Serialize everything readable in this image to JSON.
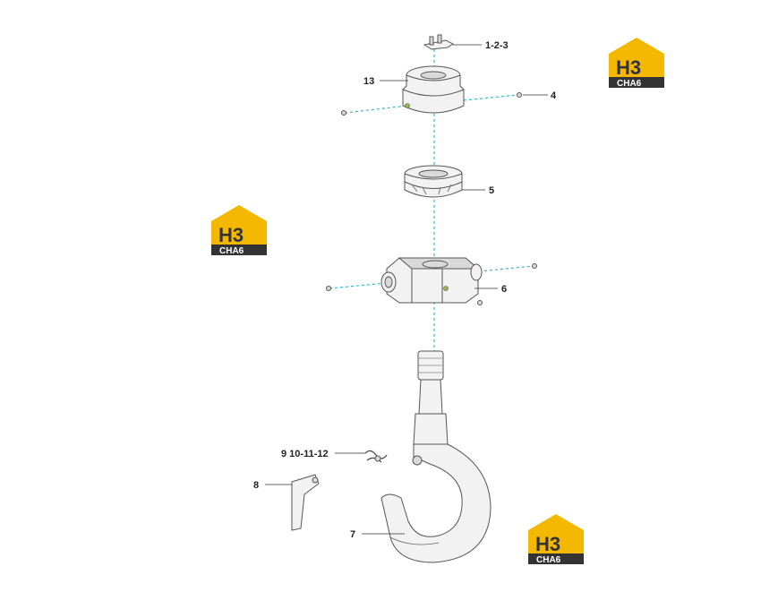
{
  "callouts": {
    "c123": "1-2-3",
    "c13": "13",
    "c4": "4",
    "c5": "5",
    "c6": "6",
    "c9": "9 10-11-12",
    "c8": "8",
    "c7": "7"
  },
  "logo": {
    "mark": "H3",
    "word": "CHA6",
    "colors": {
      "yellow": "#f5b800",
      "dark": "#333333"
    }
  },
  "colors": {
    "axis": "#2bb7c9"
  }
}
